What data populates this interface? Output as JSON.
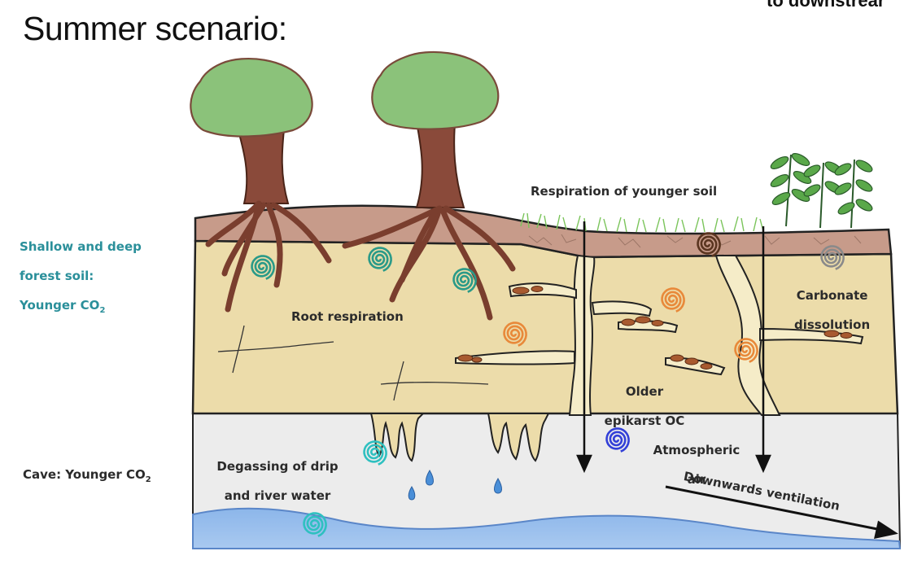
{
  "title": "Summer scenario:",
  "corner_text": "to downstrear",
  "labels": {
    "forest_soil_line1": "Shallow and deep",
    "forest_soil_line2": "forest soil:",
    "forest_soil_line3": "Younger CO",
    "forest_soil_sub": "2",
    "cave_prefix": "Cave: Younger CO",
    "cave_sub": "2",
    "respiration_younger_soil": "Respiration of younger soil",
    "root_respiration": "Root respiration",
    "carbonate_dissolution_line1": "Carbonate",
    "carbonate_dissolution_line2": "dissolution",
    "older_epikarst_line1": "Older",
    "older_epikarst_line2": "epikarst OC",
    "degassing_line1": "Degassing of drip",
    "degassing_line2": "and river water",
    "atmospheric_line1": "Atmospheric",
    "atmospheric_line2": "air",
    "downwards_ventilation": "Downwards ventilation"
  },
  "colors": {
    "teal_source": "#2a9a88",
    "orange_source": "#e8893a",
    "brown_source": "#5a3520",
    "gray_source": "#8a8a8a",
    "blue_source": "#3340d8",
    "cyan_source": "#2fc0c0",
    "soil_brown": "#c79b8a",
    "epikarst_tan": "#ecdcaa",
    "cave_gray": "#ececec",
    "water_blue": "#8fb8ea",
    "label_teal": "#2a8f9a"
  }
}
